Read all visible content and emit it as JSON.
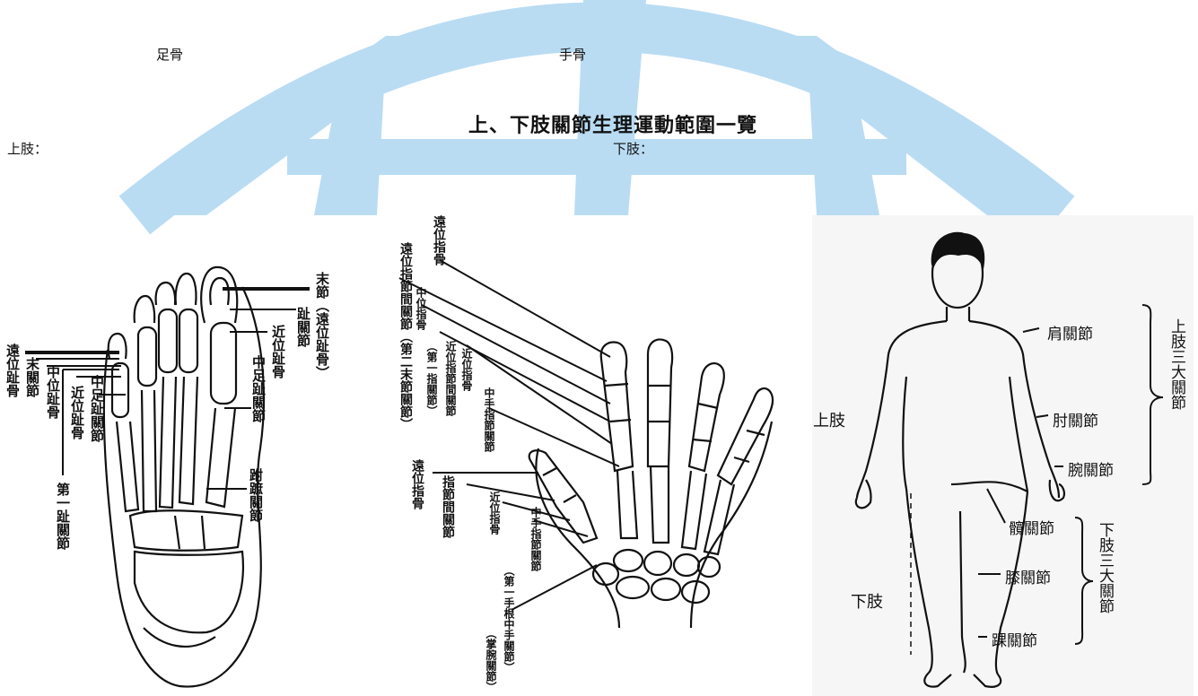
{
  "header": {
    "foot_bones": "足骨",
    "hand_bones": "手骨",
    "title": "上、下肢關節生理運動範圍一覽",
    "upper_limb": "上肢：",
    "lower_limb": "下肢："
  },
  "foot": {
    "labels": {
      "distal_phalanx_left": "遠位趾骨",
      "end_joint": "末關節",
      "middle_phalanx": "中位趾骨",
      "proximal_phalanx_left": "近位趾骨",
      "middle_joint_left": "中足趾關節",
      "first_toe_joint": "第一趾關節",
      "end_segment": "末節（遠位趾骨）",
      "toe_joint": "趾關節",
      "proximal_phalanx_right": "近位趾骨",
      "middle_joint_right": "中足趾關節",
      "tarsometatarsal": "跗蹠關節"
    }
  },
  "hand": {
    "labels": {
      "distal_phalanx_top": "遠位指骨",
      "dip_joint": "遠位指節間關節（第二末節關節）",
      "middle_phalanx": "中位指骨",
      "first_ip_joint": "（第一指關節）",
      "pip_joint": "近位指節間關節",
      "proximal_phalanx": "近位指骨",
      "mcp_joint": "中手指節關節",
      "distal_phalanx_thumb": "遠位指骨",
      "ip_joint": "指節間關節",
      "proximal_phalanx_thumb": "近位指骨",
      "mcp_joint_thumb": "中手指節關節",
      "cmc_joint": "（第一手根中手關節）",
      "carpal_joint": "（掌腕關節）"
    }
  },
  "body": {
    "labels": {
      "shoulder": "肩關節",
      "elbow": "肘關節",
      "wrist": "腕關節",
      "upper_three": "上肢三大關節",
      "upper_limb": "上肢",
      "hip": "髖關節",
      "knee": "膝關節",
      "ankle": "踝關節",
      "lower_three": "下肢三大關節",
      "lower_limb": "下肢"
    }
  },
  "colors": {
    "watermark": "#b9dcf3"
  }
}
